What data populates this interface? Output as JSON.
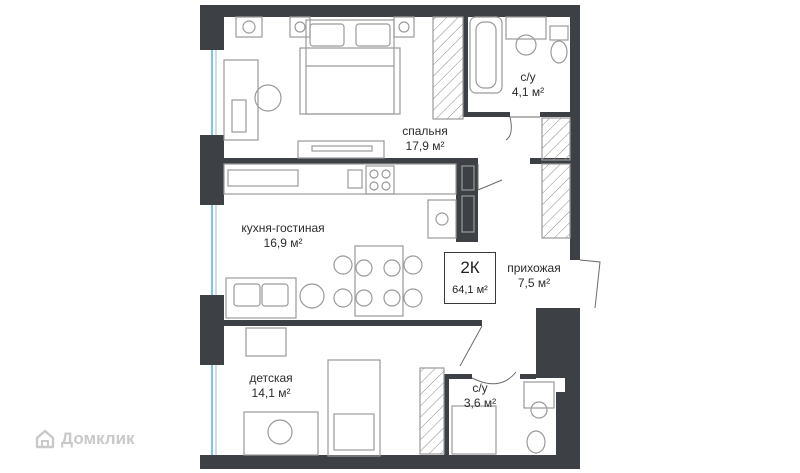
{
  "rooms": {
    "bedroom": {
      "name": "спальня",
      "area": "17,9 м²"
    },
    "kitchen_living": {
      "name": "кухня-гостиная",
      "area": "16,9 м²"
    },
    "hallway": {
      "name": "прихожая",
      "area": "7,5 м²"
    },
    "kids_room": {
      "name": "детская",
      "area": "14,1 м²"
    },
    "bathroom_top": {
      "name": "с/у",
      "area": "4,1 м²"
    },
    "bathroom_bottom": {
      "name": "с/у",
      "area": "3,6 м²"
    }
  },
  "unit": {
    "type": "2К",
    "total_area": "64,1 м²"
  },
  "watermark": {
    "text": "Домклик"
  },
  "colors": {
    "wall": "#3d4145",
    "furniture_line": "#9a9a9a",
    "window": "#7ec4e6",
    "text": "#2b2b2b",
    "watermark": "#c9c9c9"
  }
}
